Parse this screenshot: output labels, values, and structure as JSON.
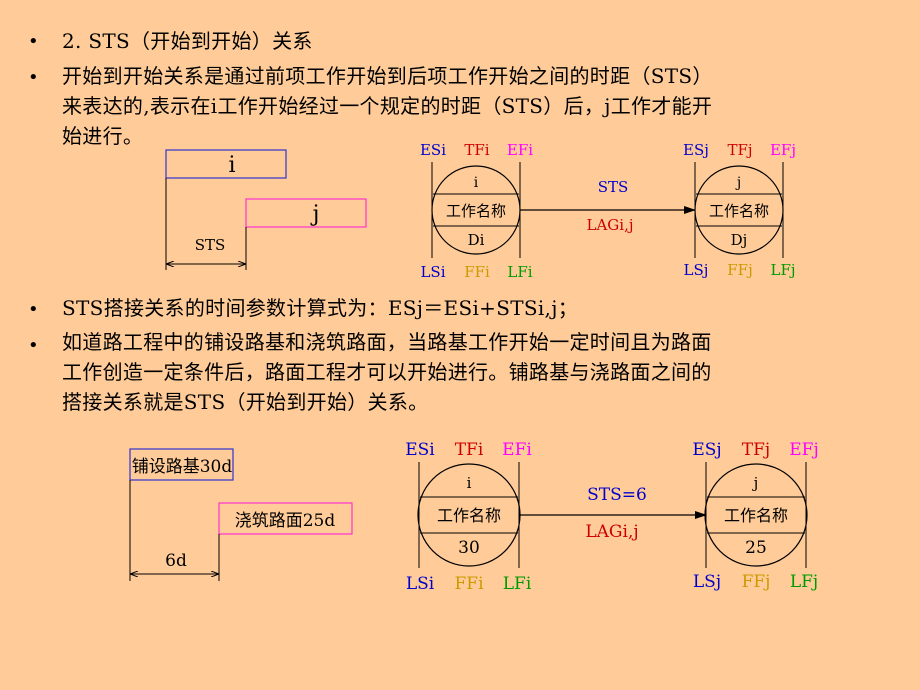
{
  "bullets": [
    {
      "marker": "•",
      "lines": [
        "2. STS（开始到开始）关系"
      ]
    },
    {
      "marker": "•",
      "lines": [
        "开始到开始关系是通过前项工作开始到后项工作开始之间的时距（STS）",
        "来表达的,表示在i工作开始经过一个规定的时距（STS）后，j工作才能开",
        "始进行。"
      ]
    },
    {
      "marker": "•",
      "lines": [
        "STS搭接关系的时间参数计算式为：ESj＝ESi+STSi,j；"
      ]
    },
    {
      "marker": "•",
      "lines": [
        "如道路工程中的铺设路基和浇筑路面，当路基工作开始一定时间且为路面",
        "工作创造一定条件后，路面工程才可以开始进行。铺路基与浇路面之间的",
        "搭接关系就是STS（开始到开始）关系。"
      ]
    }
  ],
  "bar_diagram_1": {
    "bar_i": "i",
    "bar_j": "j",
    "gap": "STS"
  },
  "network_1": {
    "node_i": {
      "top": "i",
      "middle": "工作名称",
      "bottom": "Di",
      "es": "ESi",
      "tf": "TFi",
      "ef": "EFi",
      "ls": "LSi",
      "ff": "FFi",
      "lf": "LFi"
    },
    "node_j": {
      "top": "j",
      "middle": "工作名称",
      "bottom": "Dj",
      "es": "ESj",
      "tf": "TFj",
      "ef": "EFj",
      "ls": "LSj",
      "ff": "FFj",
      "lf": "LFj"
    },
    "arrow_top": "STS",
    "arrow_bottom": "LAGi,j"
  },
  "bar_diagram_2": {
    "bar_i": "铺设路基30d",
    "bar_j": "浇筑路面25d",
    "gap": "6d"
  },
  "network_2": {
    "node_i": {
      "top": "i",
      "middle": "工作名称",
      "bottom": "30",
      "es": "ESi",
      "tf": "TFi",
      "ef": "EFi",
      "ls": "LSi",
      "ff": "FFi",
      "lf": "LFi"
    },
    "node_j": {
      "top": "j",
      "middle": "工作名称",
      "bottom": "25",
      "es": "ESj",
      "tf": "TFj",
      "ef": "EFj",
      "ls": "LSj",
      "ff": "FFj",
      "lf": "LFj"
    },
    "arrow_top": "STS=6",
    "arrow_bottom": "LAGi,j"
  },
  "colors": {
    "background": "#ffcc99",
    "es": "#0000cc",
    "tf": "#cc0000",
    "ef": "#ff00ff",
    "ls": "#0000cc",
    "ff": "#cc9900",
    "lf": "#009900",
    "arrow_top": "#0000cc",
    "arrow_bottom": "#cc0000",
    "bar_i_border": "#3333cc",
    "bar_j_border": "#ff33cc"
  }
}
